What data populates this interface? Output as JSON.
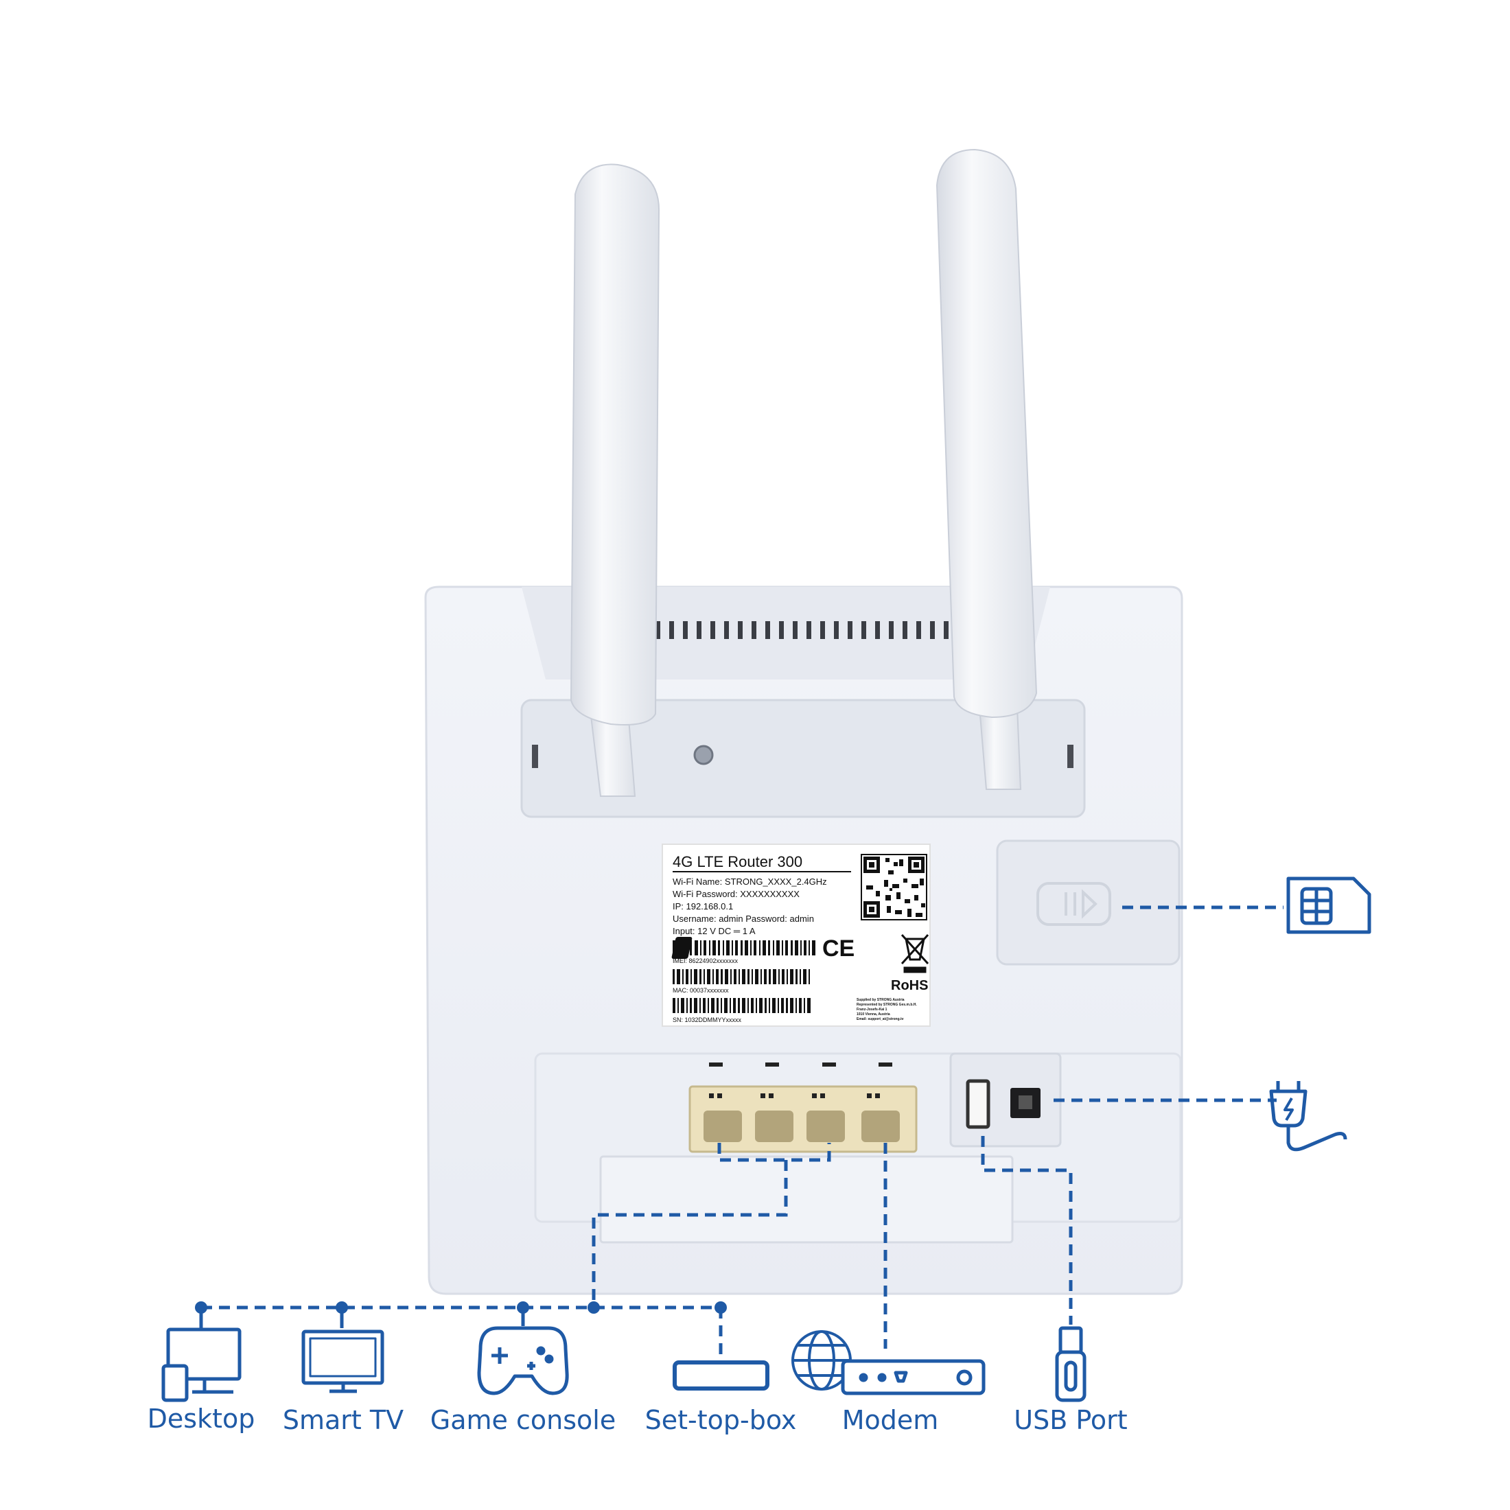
{
  "colors": {
    "accent": "#1f5aa6",
    "router_body": "#eef1f7",
    "port_beige": "#e8dcb6"
  },
  "sticker": {
    "title": "4G LTE Router 300",
    "lines": [
      "Wi-Fi Name: STRONG_XXXX_2.4GHz",
      "Wi-Fi Password: XXXXXXXXXX",
      "IP: 192.168.0.1",
      "Username: admin Password: admin",
      "Input: 12 V DC ═ 1 A"
    ],
    "imei": "IMEI: 86224902xxxxxxx",
    "mac": "MAC: 00037xxxxxxx",
    "sn": "SN: 1032DDMMYYxxxxx",
    "rohs": "RoHS",
    "ce": "CE",
    "supplier_lines": [
      "Supplied by STRONG Austria",
      "Represented by STRONG Ges.m.b.H.",
      "Franz-Josefs-Kai 1",
      "1010 Vienna, Austria",
      "Email: support_at@strong.tv"
    ]
  },
  "labels": {
    "desktop": "Desktop",
    "smart_tv": "Smart TV",
    "game_console": "Game console",
    "set_top_box": "Set-top-box",
    "modem": "Modem",
    "usb_port": "USB Port"
  },
  "icons": {
    "sim": "sim-card-icon",
    "power": "power-adapter-icon",
    "desktop": "desktop-icon",
    "tv": "smart-tv-icon",
    "gamepad": "gamepad-icon",
    "stb": "set-top-box-icon",
    "globe": "globe-icon",
    "modem": "modem-icon",
    "usb": "usb-stick-icon"
  }
}
